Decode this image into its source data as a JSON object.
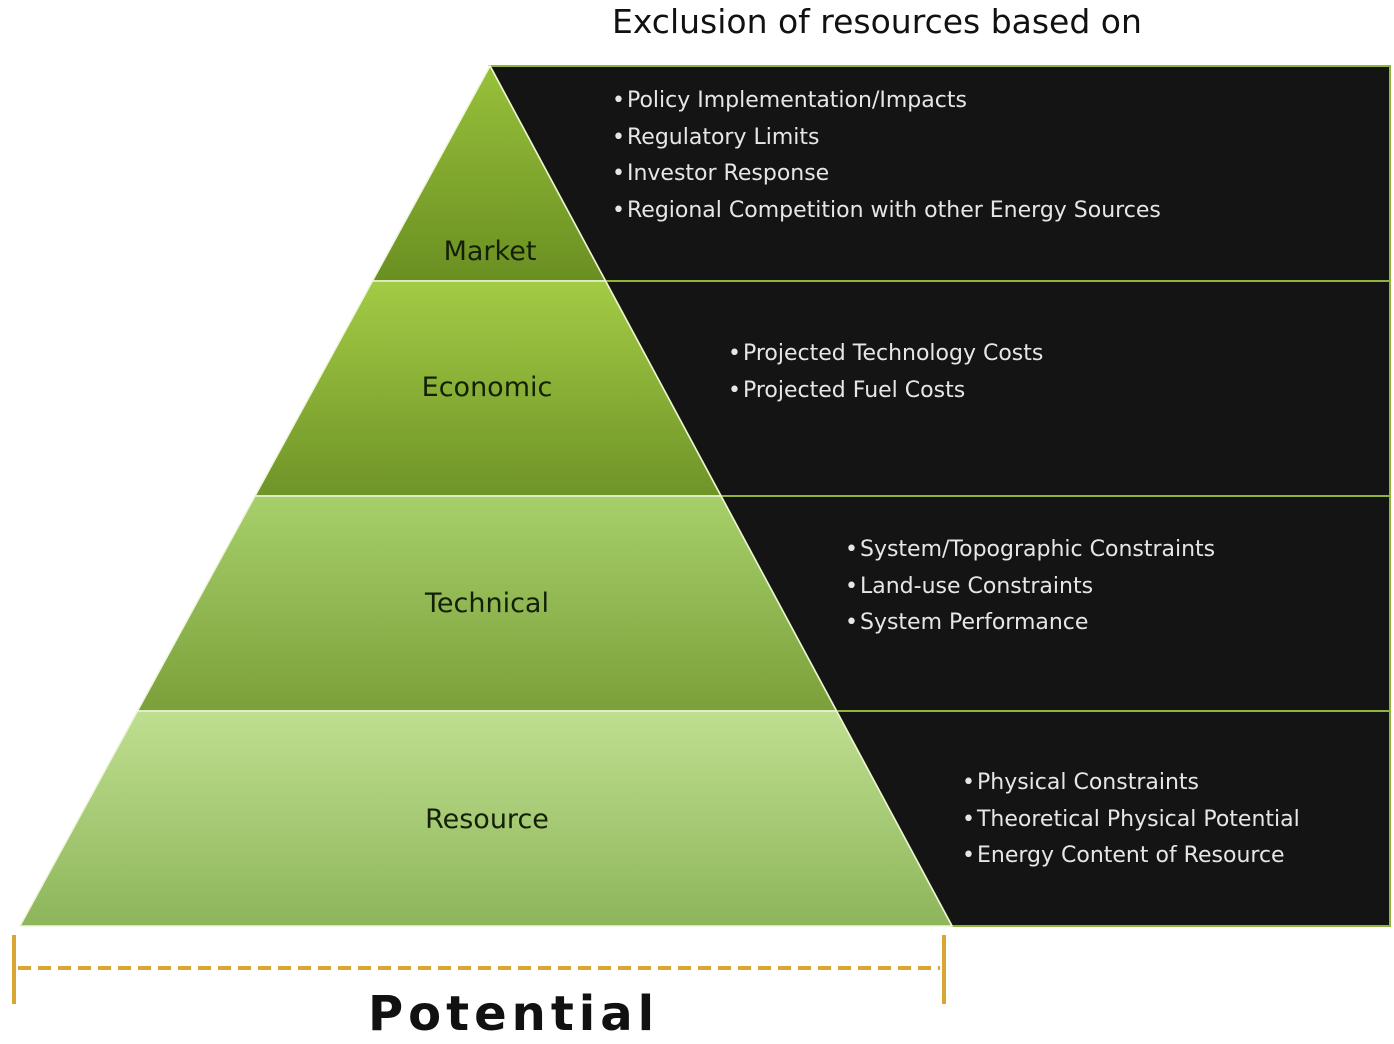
{
  "title": "Exclusion of resources based on",
  "tiers": [
    {
      "label": "Market",
      "criteria": [
        "Policy Implementation/Impacts",
        "Regulatory Limits",
        "Investor Response",
        "Regional Competition with other Energy Sources"
      ]
    },
    {
      "label": "Economic",
      "criteria": [
        "Projected Technology Costs",
        "Projected Fuel Costs"
      ]
    },
    {
      "label": "Technical",
      "criteria": [
        "System/Topographic Constraints",
        "Land-use Constraints",
        "System Performance"
      ]
    },
    {
      "label": "Resource",
      "criteria": [
        "Physical Constraints",
        "Theoretical Physical Potential",
        "Energy Content of Resource"
      ]
    }
  ],
  "axis_label": "Potential",
  "colors": {
    "panel": "#141414",
    "panel_border": "#8fb43a",
    "tier_top": [
      "#98c13a",
      "#a3cb44",
      "#a7d06a",
      "#bfdf90"
    ],
    "tier_bottom": [
      "#6a8f22",
      "#6f9428",
      "#7ba03a",
      "#8db55a"
    ],
    "bracket": "#d9a634"
  }
}
